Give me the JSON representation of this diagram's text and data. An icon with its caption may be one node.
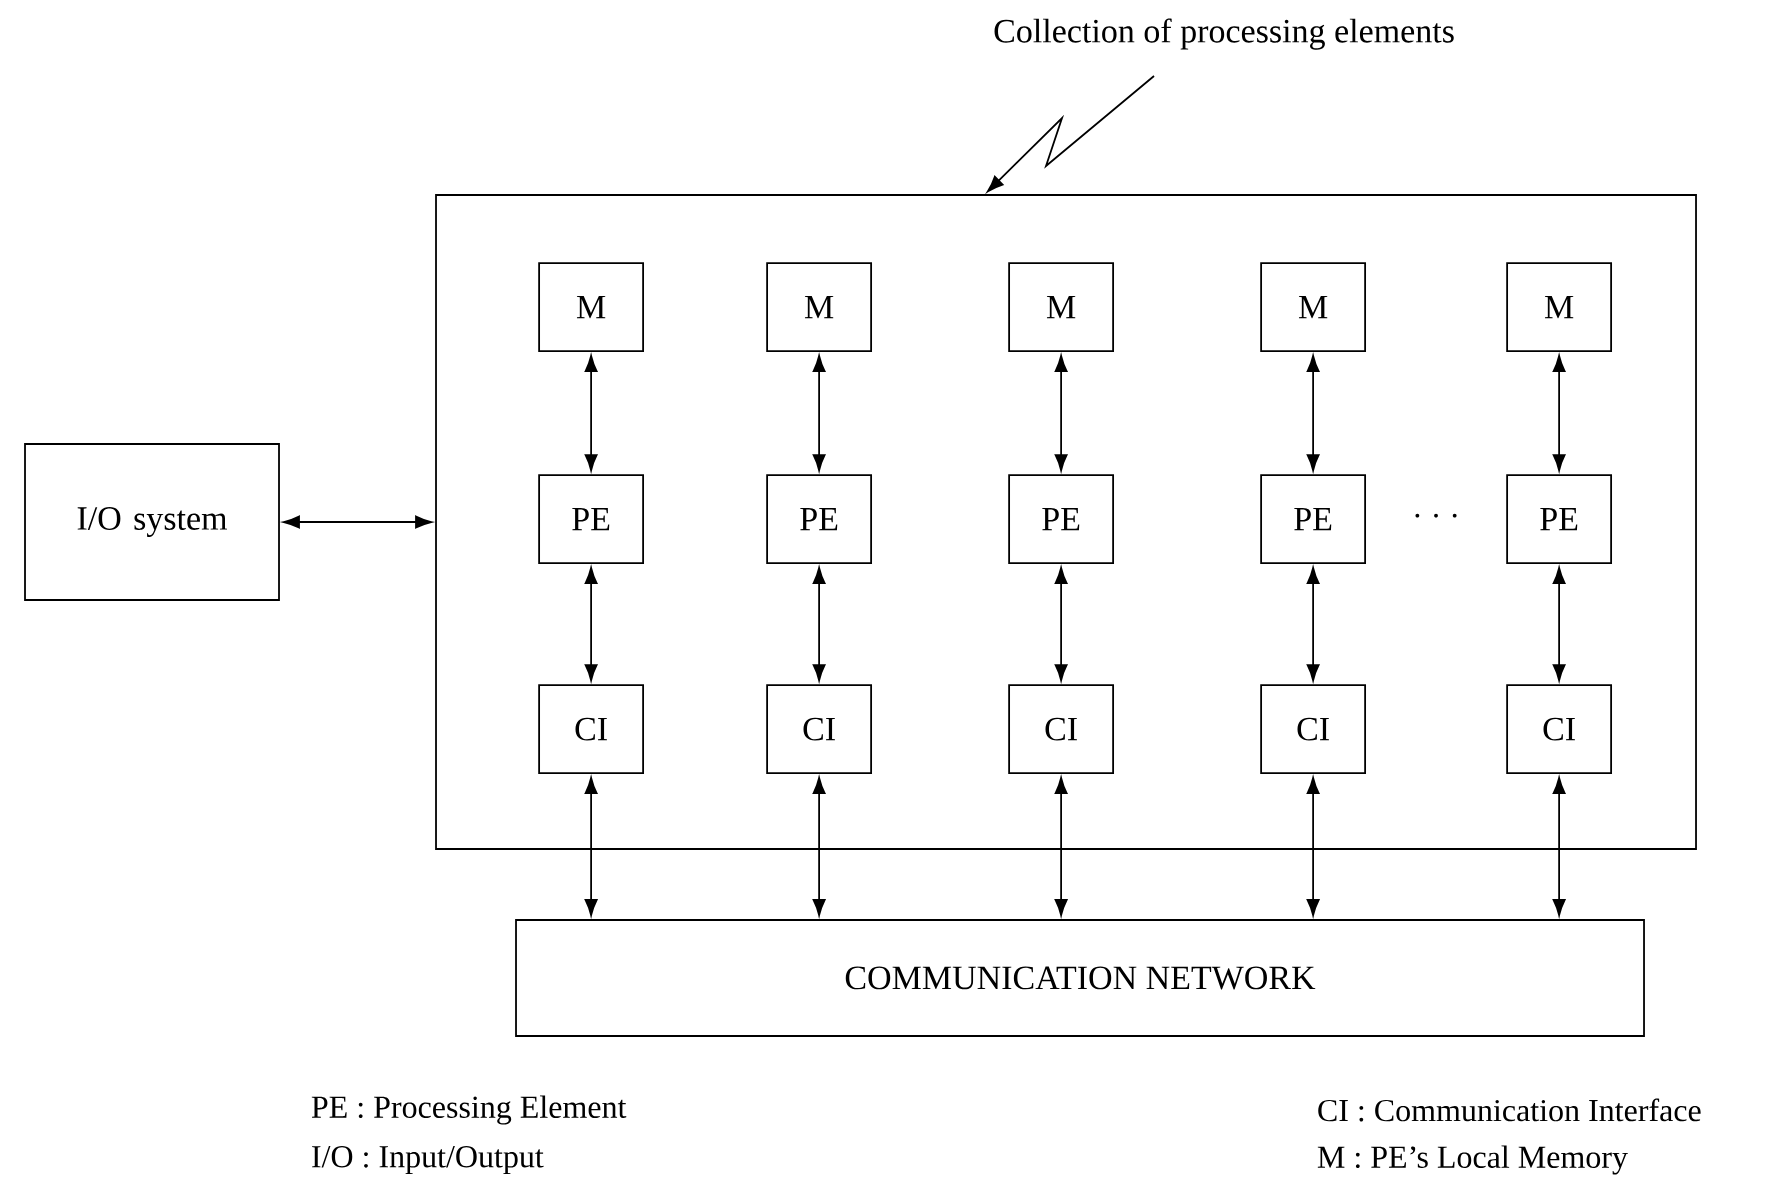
{
  "diagram": {
    "nodes": [
      {
        "text": [
          "Collection of processing elements"
        ]
      },
      {
        "text": [],
        "shape": "box"
      },
      {
        "text": [
          "I/O system"
        ]
      },
      {
        "text": [
          "M"
        ],
        "in": 1
      },
      {
        "text": [
          "M"
        ],
        "in": 1
      },
      {
        "text": [
          "M"
        ],
        "in": 1
      },
      {
        "text": [
          "M"
        ],
        "in": 1
      },
      {
        "text": [
          "M"
        ],
        "in": 1
      },
      {
        "text": [
          "PE"
        ],
        "in": 1
      },
      {
        "text": [
          "PE"
        ],
        "in": 1
      },
      {
        "text": [
          "PE"
        ],
        "in": 1
      },
      {
        "text": [
          "PE"
        ],
        "in": 1
      },
      {
        "text": [
          "PE"
        ],
        "in": 1
      },
      {
        "text": [
          "CI"
        ],
        "in": 1
      },
      {
        "text": [
          "CI"
        ],
        "in": 1
      },
      {
        "text": [
          "CI"
        ],
        "in": 1
      },
      {
        "text": [
          "CI"
        ],
        "in": 1
      },
      {
        "text": [
          "CI"
        ],
        "in": 1
      },
      {
        "text": [
          "COMMUNICATION NETWORK"
        ]
      }
    ],
    "edges": [
      {
        "from": 0,
        "to": 1,
        "arrow": "to"
      },
      {
        "from": 2,
        "to": 1,
        "arrow": "both"
      },
      {
        "from": 3,
        "to": 8,
        "arrow": "both"
      },
      {
        "from": 4,
        "to": 9,
        "arrow": "both"
      },
      {
        "from": 5,
        "to": 10,
        "arrow": "both"
      },
      {
        "from": 6,
        "to": 11,
        "arrow": "both"
      },
      {
        "from": 7,
        "to": 12,
        "arrow": "both"
      },
      {
        "from": 8,
        "to": 13,
        "arrow": "both"
      },
      {
        "from": 9,
        "to": 14,
        "arrow": "both"
      },
      {
        "from": 10,
        "to": 15,
        "arrow": "both"
      },
      {
        "from": 11,
        "to": 16,
        "arrow": "both"
      },
      {
        "from": 12,
        "to": 17,
        "arrow": "both"
      },
      {
        "from": 13,
        "to": 18,
        "arrow": "both"
      },
      {
        "from": 14,
        "to": 18,
        "arrow": "both"
      },
      {
        "from": 15,
        "to": 18,
        "arrow": "both"
      },
      {
        "from": 16,
        "to": 18,
        "arrow": "both"
      },
      {
        "from": 17,
        "to": 18,
        "arrow": "both"
      }
    ],
    "labels": [
      "· · ·",
      "PE : Processing Element",
      "CI : Communication Interface",
      "I/O : Input/Output",
      "M : PE’s Local Memory"
    ]
  }
}
